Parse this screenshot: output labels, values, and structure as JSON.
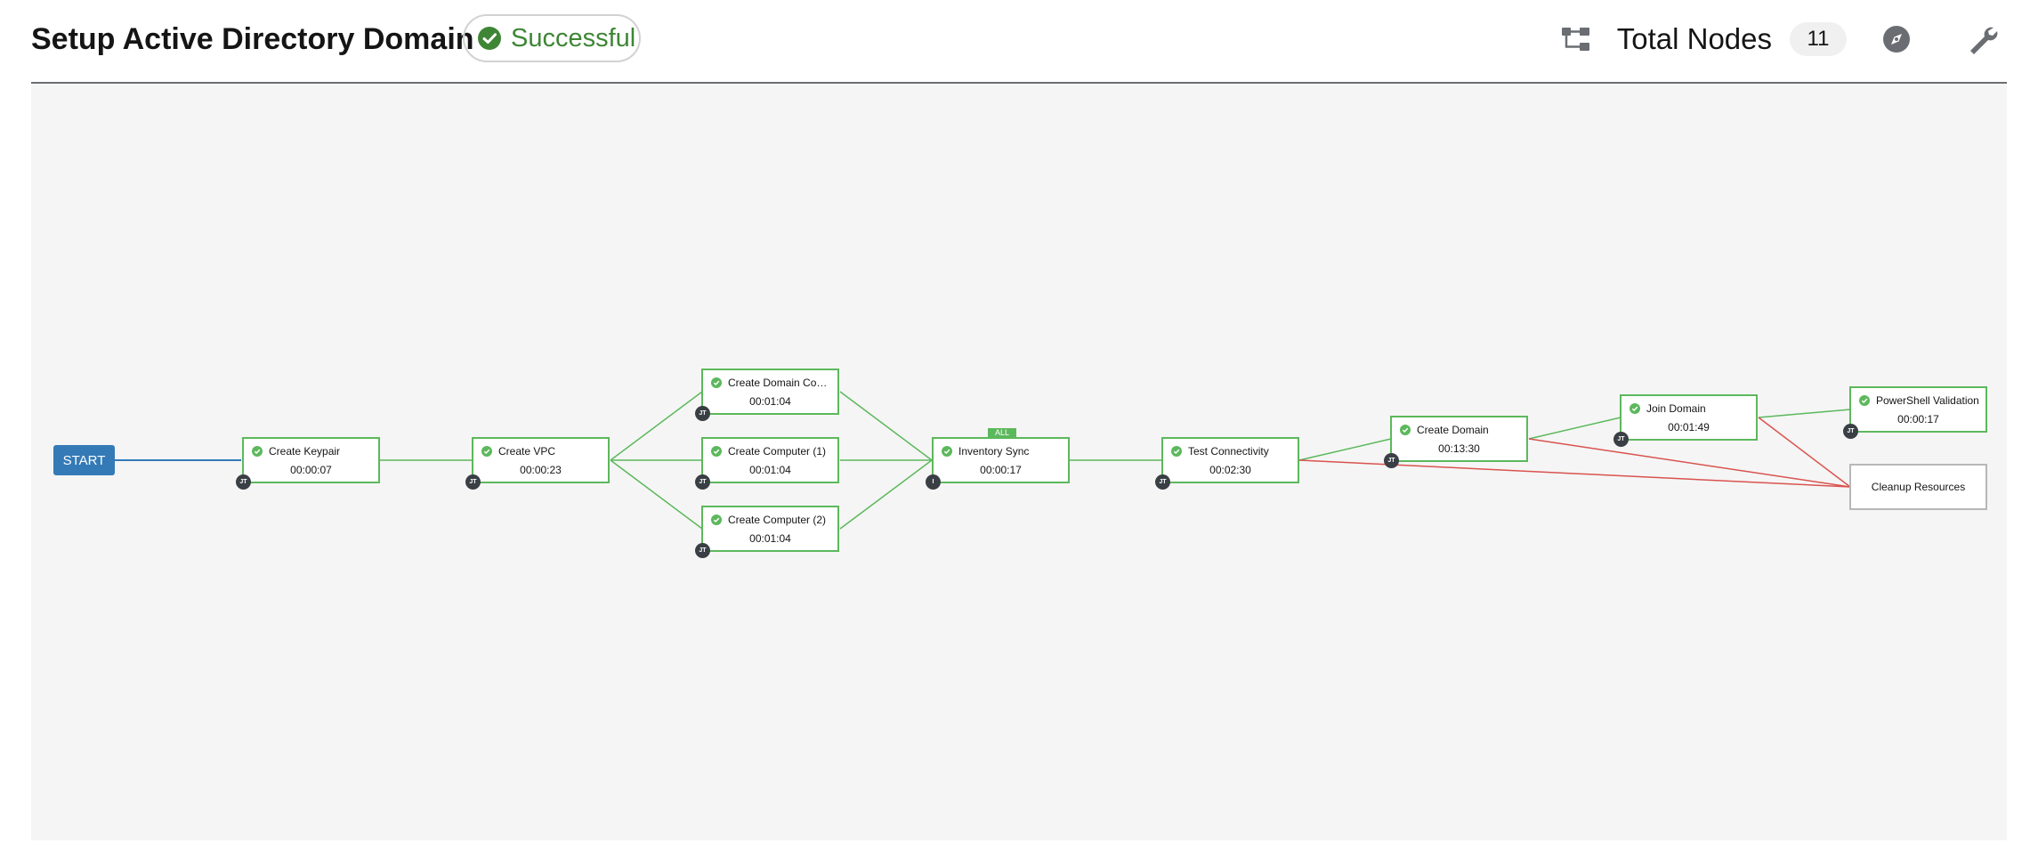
{
  "header": {
    "title": "Setup Active Directory Domain",
    "status": "Successful",
    "total_nodes_label": "Total Nodes",
    "total_nodes_count": "11",
    "icons": [
      "topology-icon",
      "compass-icon",
      "wrench-icon"
    ]
  },
  "colors": {
    "success": "#5cb85c",
    "failure": "#d9534f",
    "always": "#337ab7",
    "start": "#337ab7",
    "status_text": "#3e8635"
  },
  "workflow": {
    "start_label": "START",
    "nodes": [
      {
        "name": "Create Keypair",
        "elapsed": "00:00:07",
        "type": "JT",
        "status": "successful"
      },
      {
        "name": "Create VPC",
        "elapsed": "00:00:23",
        "type": "JT",
        "status": "successful"
      },
      {
        "name": "Create Domain Contr...",
        "elapsed": "00:01:04",
        "type": "JT",
        "status": "successful"
      },
      {
        "name": "Create Computer (1)",
        "elapsed": "00:01:04",
        "type": "JT",
        "status": "successful"
      },
      {
        "name": "Create Computer (2)",
        "elapsed": "00:01:04",
        "type": "JT",
        "status": "successful"
      },
      {
        "name": "Inventory Sync",
        "elapsed": "00:00:17",
        "type": "I",
        "status": "successful",
        "convergence": "ALL"
      },
      {
        "name": "Test Connectivity",
        "elapsed": "00:02:30",
        "type": "JT",
        "status": "successful"
      },
      {
        "name": "Create Domain",
        "elapsed": "00:13:30",
        "type": "JT",
        "status": "successful"
      },
      {
        "name": "Join Domain",
        "elapsed": "00:01:49",
        "type": "JT",
        "status": "successful"
      },
      {
        "name": "PowerShell Validation",
        "elapsed": "00:00:17",
        "type": "JT",
        "status": "successful"
      },
      {
        "name": "Cleanup Resources",
        "elapsed": "",
        "type": "",
        "status": "pending"
      }
    ]
  }
}
